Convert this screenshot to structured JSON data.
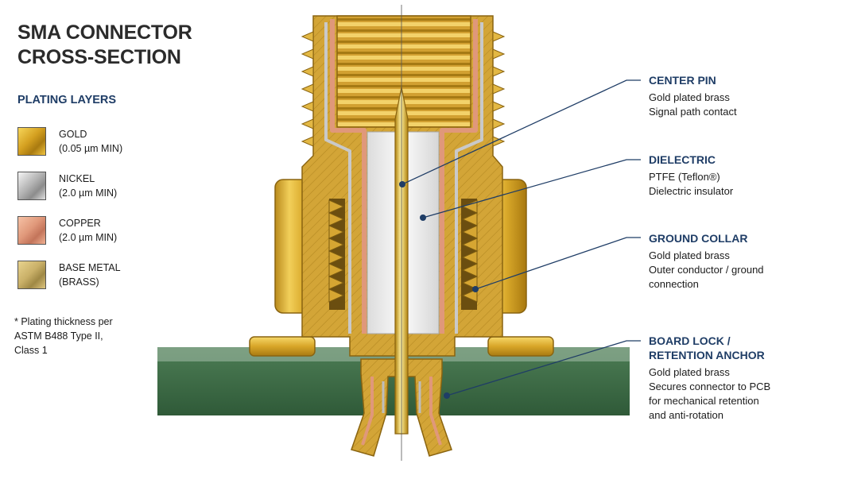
{
  "title": {
    "line1": "SMA CONNECTOR",
    "line2": "CROSS-SECTION"
  },
  "legend": {
    "heading": "PLATING LAYERS",
    "items": [
      {
        "name": "GOLD",
        "spec": "(0.05 µm MIN)",
        "color": "#d4a020"
      },
      {
        "name": "NICKEL",
        "spec": "(2.0 µm MIN)",
        "color": "#bdbdbd"
      },
      {
        "name": "COPPER",
        "spec": "(2.0 µm MIN)",
        "color": "#e0987a"
      },
      {
        "name": "BASE METAL",
        "spec": "(BRASS)",
        "color": "#c9b068"
      }
    ]
  },
  "footnote": {
    "line1": "* Plating thickness per",
    "line2": "ASTM B488 Type II,",
    "line3": "Class 1"
  },
  "callouts": [
    {
      "heading": "CENTER PIN",
      "lines": [
        "Gold plated brass",
        "Signal path contact"
      ]
    },
    {
      "heading": "DIELECTRIC",
      "lines": [
        "PTFE (Teflon®)",
        "Dielectric insulator"
      ]
    },
    {
      "heading": "GROUND COLLAR",
      "lines": [
        "Gold plated brass",
        "Outer conductor / ground",
        "connection"
      ]
    },
    {
      "heading": "BOARD LOCK /",
      "heading2": "RETENTION ANCHOR",
      "lines": [
        "Gold plated brass",
        "Secures connector to PCB",
        "for mechanical retention",
        "and anti-rotation"
      ]
    }
  ],
  "colors": {
    "accent": "#1f3d66",
    "pcb": "#3d6b45",
    "gold": "#d4a020",
    "copper": "#e0987a",
    "ptfe": "#f3f3f3"
  }
}
